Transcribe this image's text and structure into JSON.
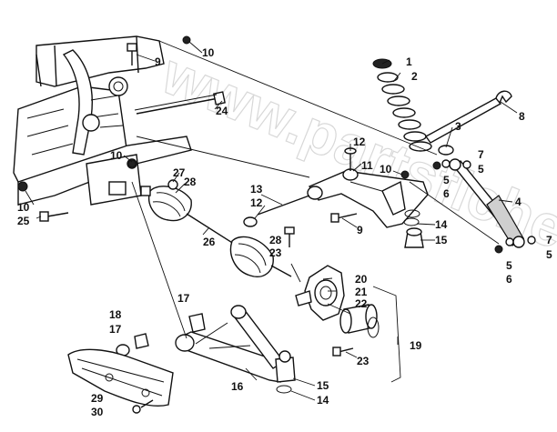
{
  "watermark": "www.partsfiche.com",
  "callouts": {
    "c1": "1",
    "c2": "2",
    "c3": "3",
    "c4": "4",
    "c5a": "5",
    "c5b": "5",
    "c5c": "5",
    "c5d": "5",
    "c6a": "6",
    "c6b": "6",
    "c7a": "7",
    "c7b": "7",
    "c8": "8",
    "c9a": "9",
    "c9b": "9",
    "c10a": "10",
    "c10b": "10",
    "c10c": "10",
    "c10d": "10",
    "c11": "11",
    "c12a": "12",
    "c12b": "12",
    "c13": "13",
    "c14a": "14",
    "c14b": "14",
    "c15a": "15",
    "c15b": "15",
    "c16": "16",
    "c17a": "17",
    "c17b": "17",
    "c18": "18",
    "c19": "19",
    "c20": "20",
    "c21": "21",
    "c22": "22",
    "c23a": "23",
    "c23b": "23",
    "c24": "24",
    "c25": "25",
    "c26": "26",
    "c27": "27",
    "c28a": "28",
    "c28b": "28",
    "c29": "29",
    "c30": "30"
  }
}
